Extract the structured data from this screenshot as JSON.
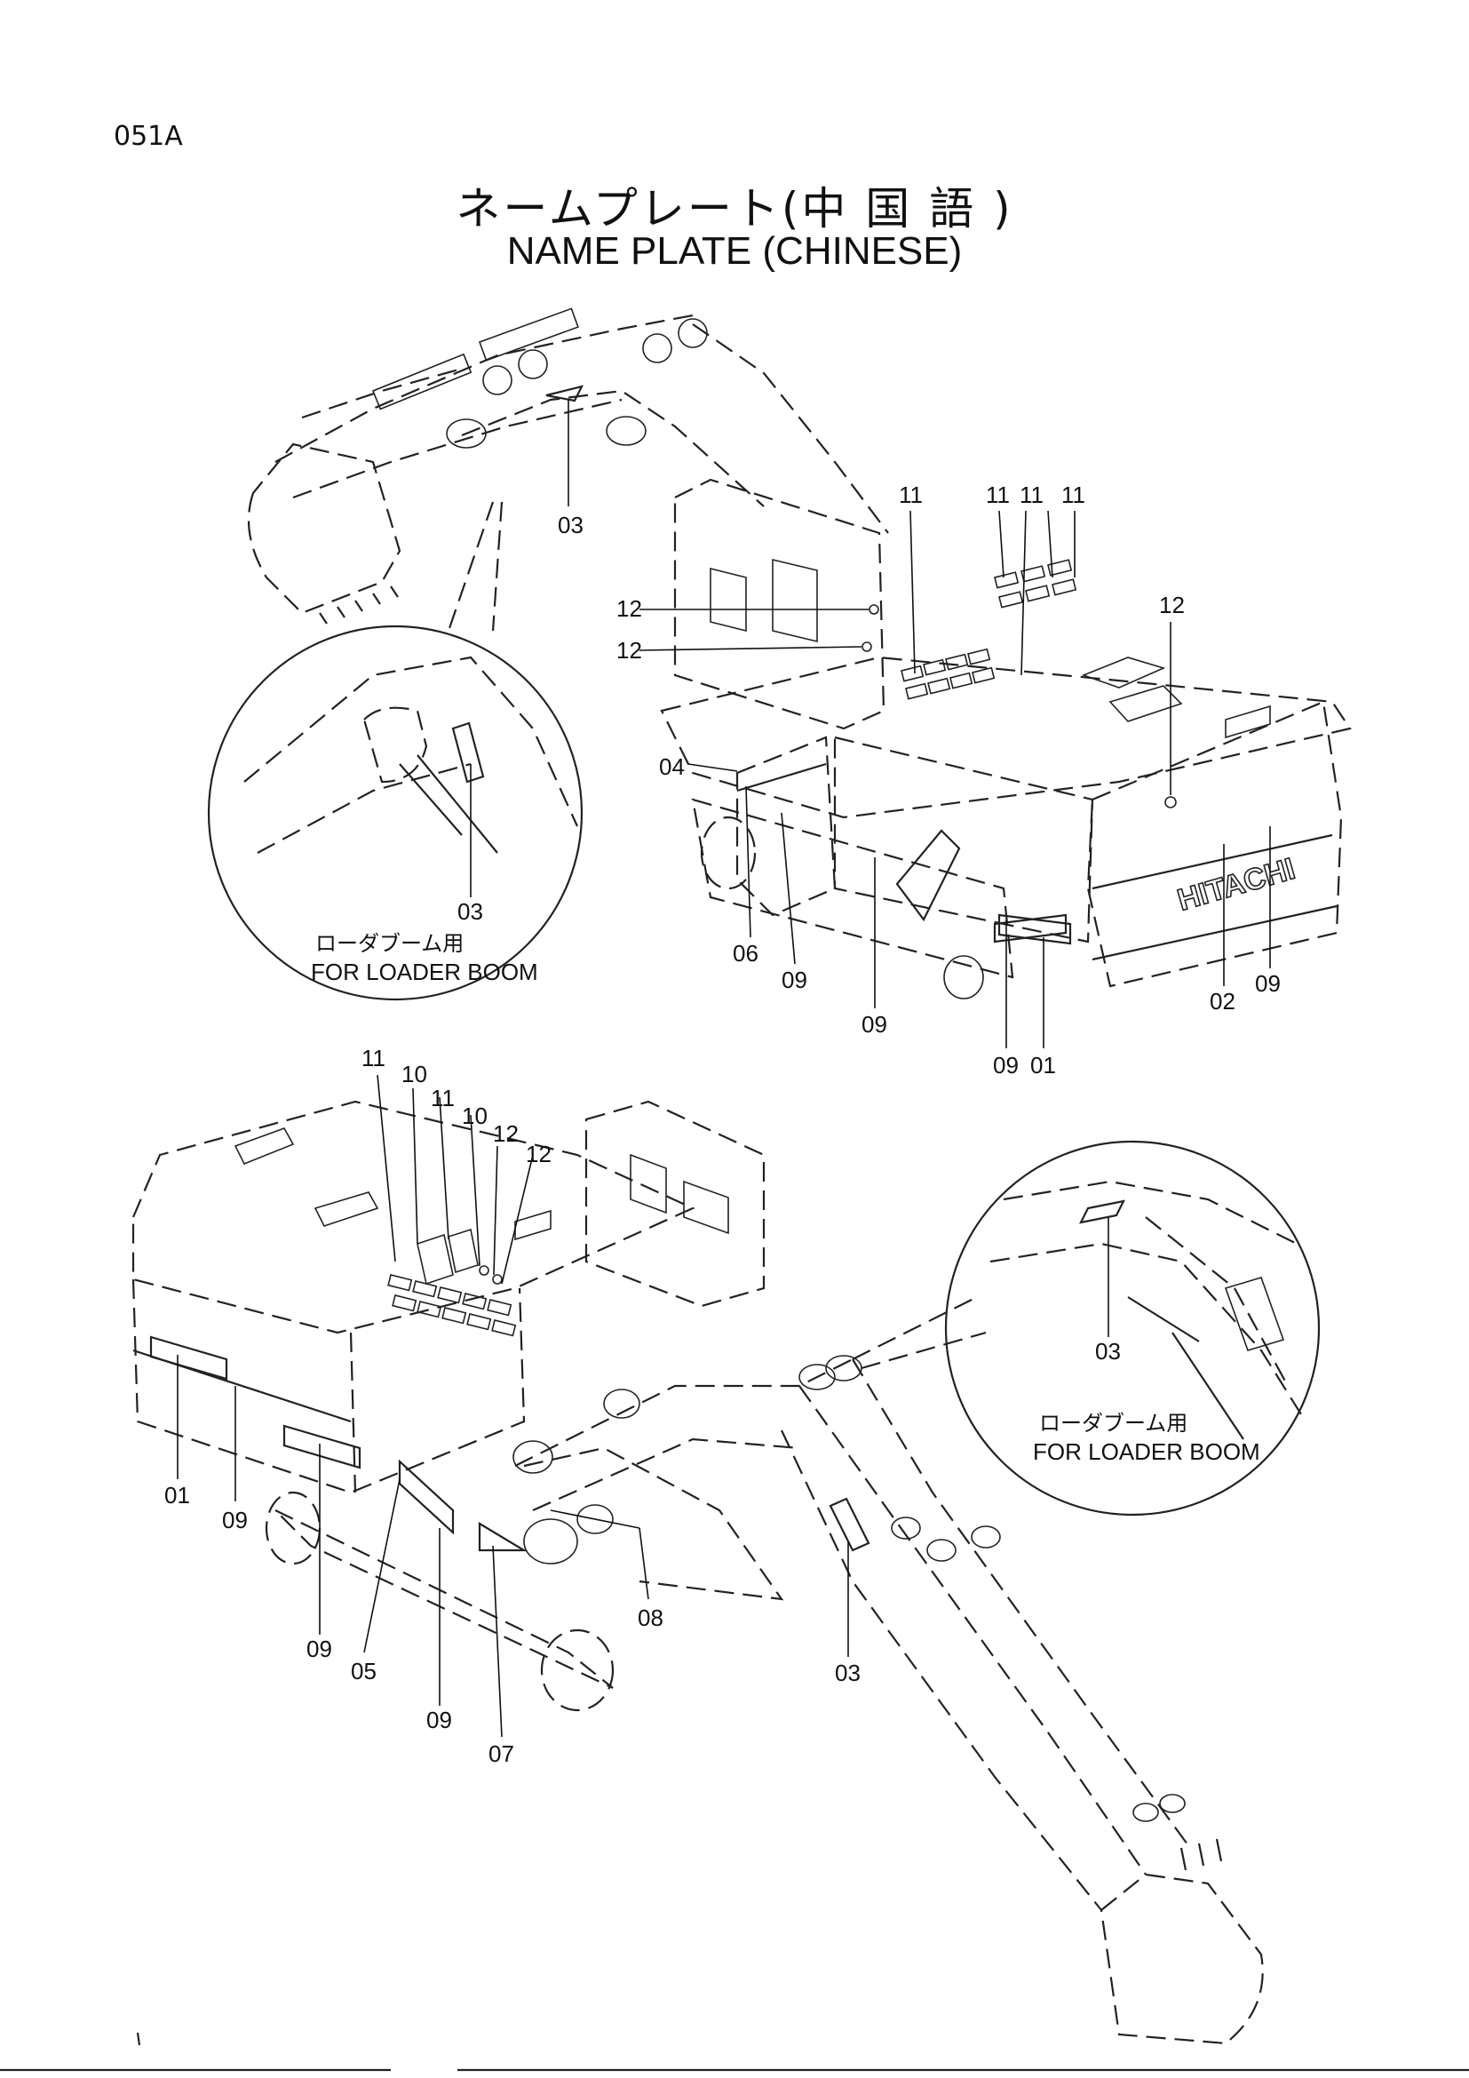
{
  "page_code": "051A",
  "title_ja": "ネームプレート(中 国 語 )",
  "title_en": "NAME  PLATE (CHINESE)",
  "brand": "HITACHI",
  "detail_caption_ja": "ローダブーム用",
  "detail_caption_en": "FOR LOADER BOOM",
  "callouts": {
    "top_03": "03",
    "top_11a": "11",
    "top_11b": "11",
    "top_11c": "11",
    "top_11d": "11",
    "top_12a": "12",
    "top_12b": "12",
    "top_12c": "12",
    "top_04": "04",
    "top_06": "06",
    "top_09a": "09",
    "top_09b": "09",
    "top_09c": "09",
    "top_01": "01",
    "top_02": "02",
    "top_09d": "09",
    "det1_03": "03",
    "bot_11a": "11",
    "bot_10a": "10",
    "bot_11b": "11",
    "bot_10b": "10",
    "bot_12a": "12",
    "bot_12b": "12",
    "bot_01": "01",
    "bot_09a": "09",
    "bot_09b": "09",
    "bot_05": "05",
    "bot_09c": "09",
    "bot_07": "07",
    "bot_08": "08",
    "bot_03": "03",
    "det2_03": "03"
  }
}
